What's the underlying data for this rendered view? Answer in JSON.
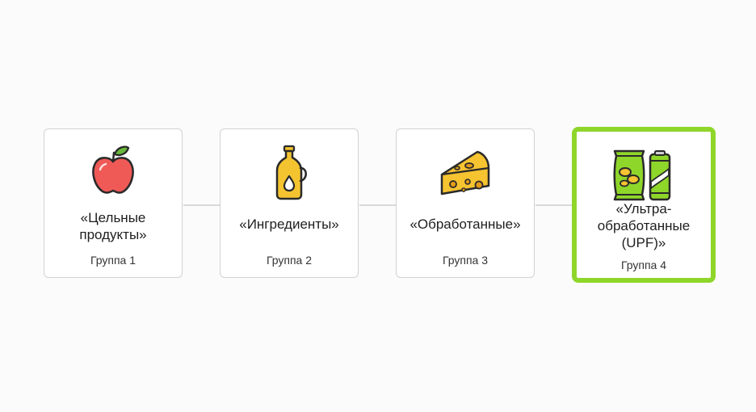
{
  "cards": [
    {
      "title": "«Цельные\nпродукты»",
      "group": "Группа 1",
      "icon": "apple-icon"
    },
    {
      "title": "«Ингредиенты»",
      "group": "Группа 2",
      "icon": "oil-bottle-icon"
    },
    {
      "title": "«Обработанные»",
      "group": "Группа 3",
      "icon": "cheese-icon"
    },
    {
      "title": "«Ультра-\nобработанные\n(UPF)»",
      "group": "Группа 4",
      "icon": "chips-and-soda-icon"
    }
  ],
  "colors": {
    "highlight_border": "#8fd62a",
    "card_border": "#d2d2d2",
    "connector": "#d9d9d9"
  }
}
